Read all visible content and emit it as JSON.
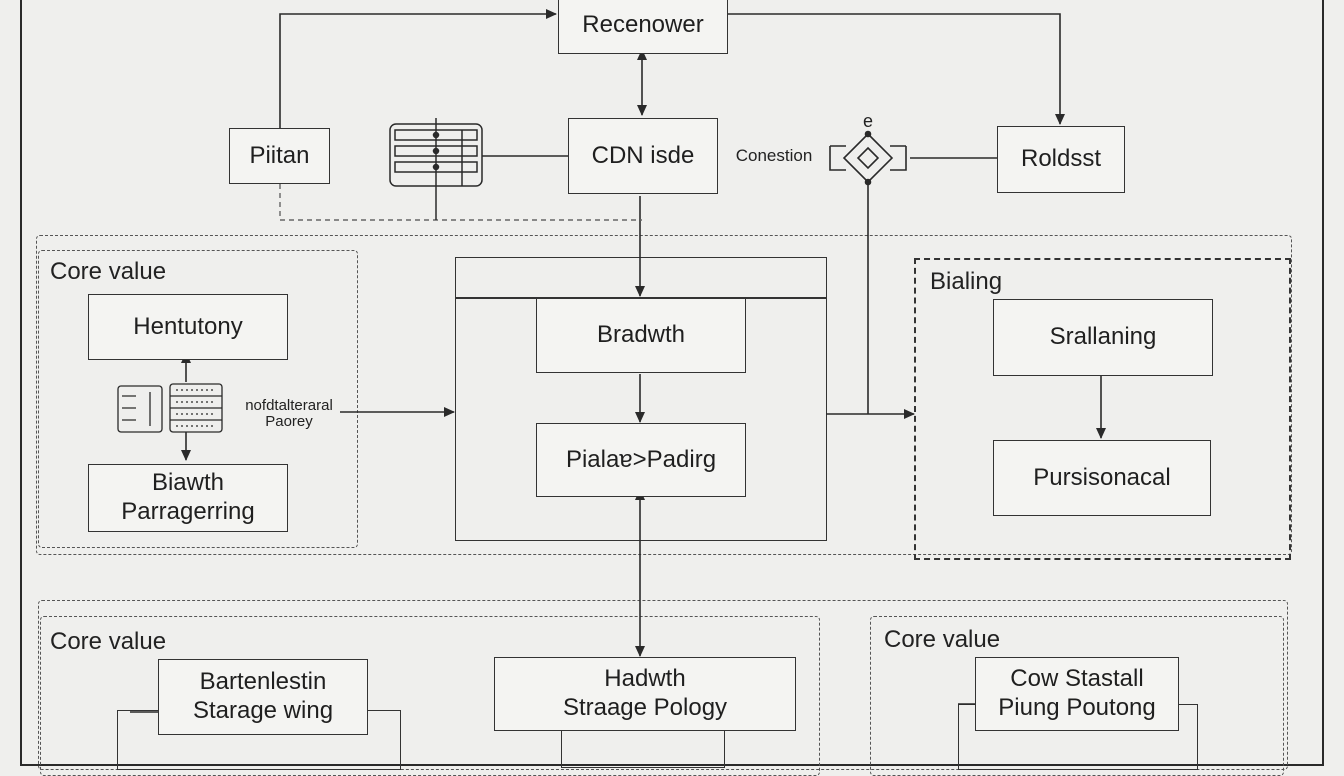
{
  "diagram": {
    "nodes": {
      "recenower": "Recenower",
      "piitan": "Piitan",
      "cdn_isde": "CDN isde",
      "roldsst": "Roldsst",
      "bradwth": "Bradwth",
      "pialage_padirg": "Pialaɐ>Padirg",
      "hentutony": "Hentutony",
      "biawth": "Biawth\nParragerring",
      "srallaning": "Srallaning",
      "pursisonacal": "Pursisonacal",
      "bartenlestin": "Bartenlestin\nStarage wing",
      "hadwth": "Hadwth\nStraage Pology",
      "cow_stastall": "Cow Stastall\nPiung Poutong"
    },
    "labels": {
      "conestion": "Conestion",
      "e_marker": "e",
      "nofdt": "nofdtalteraral\nPaorey"
    },
    "groups": {
      "core_value_top": "Core value",
      "bialing": "Bialing",
      "core_value_bottom_left": "Core value",
      "core_value_bottom_right": "Core value"
    }
  }
}
